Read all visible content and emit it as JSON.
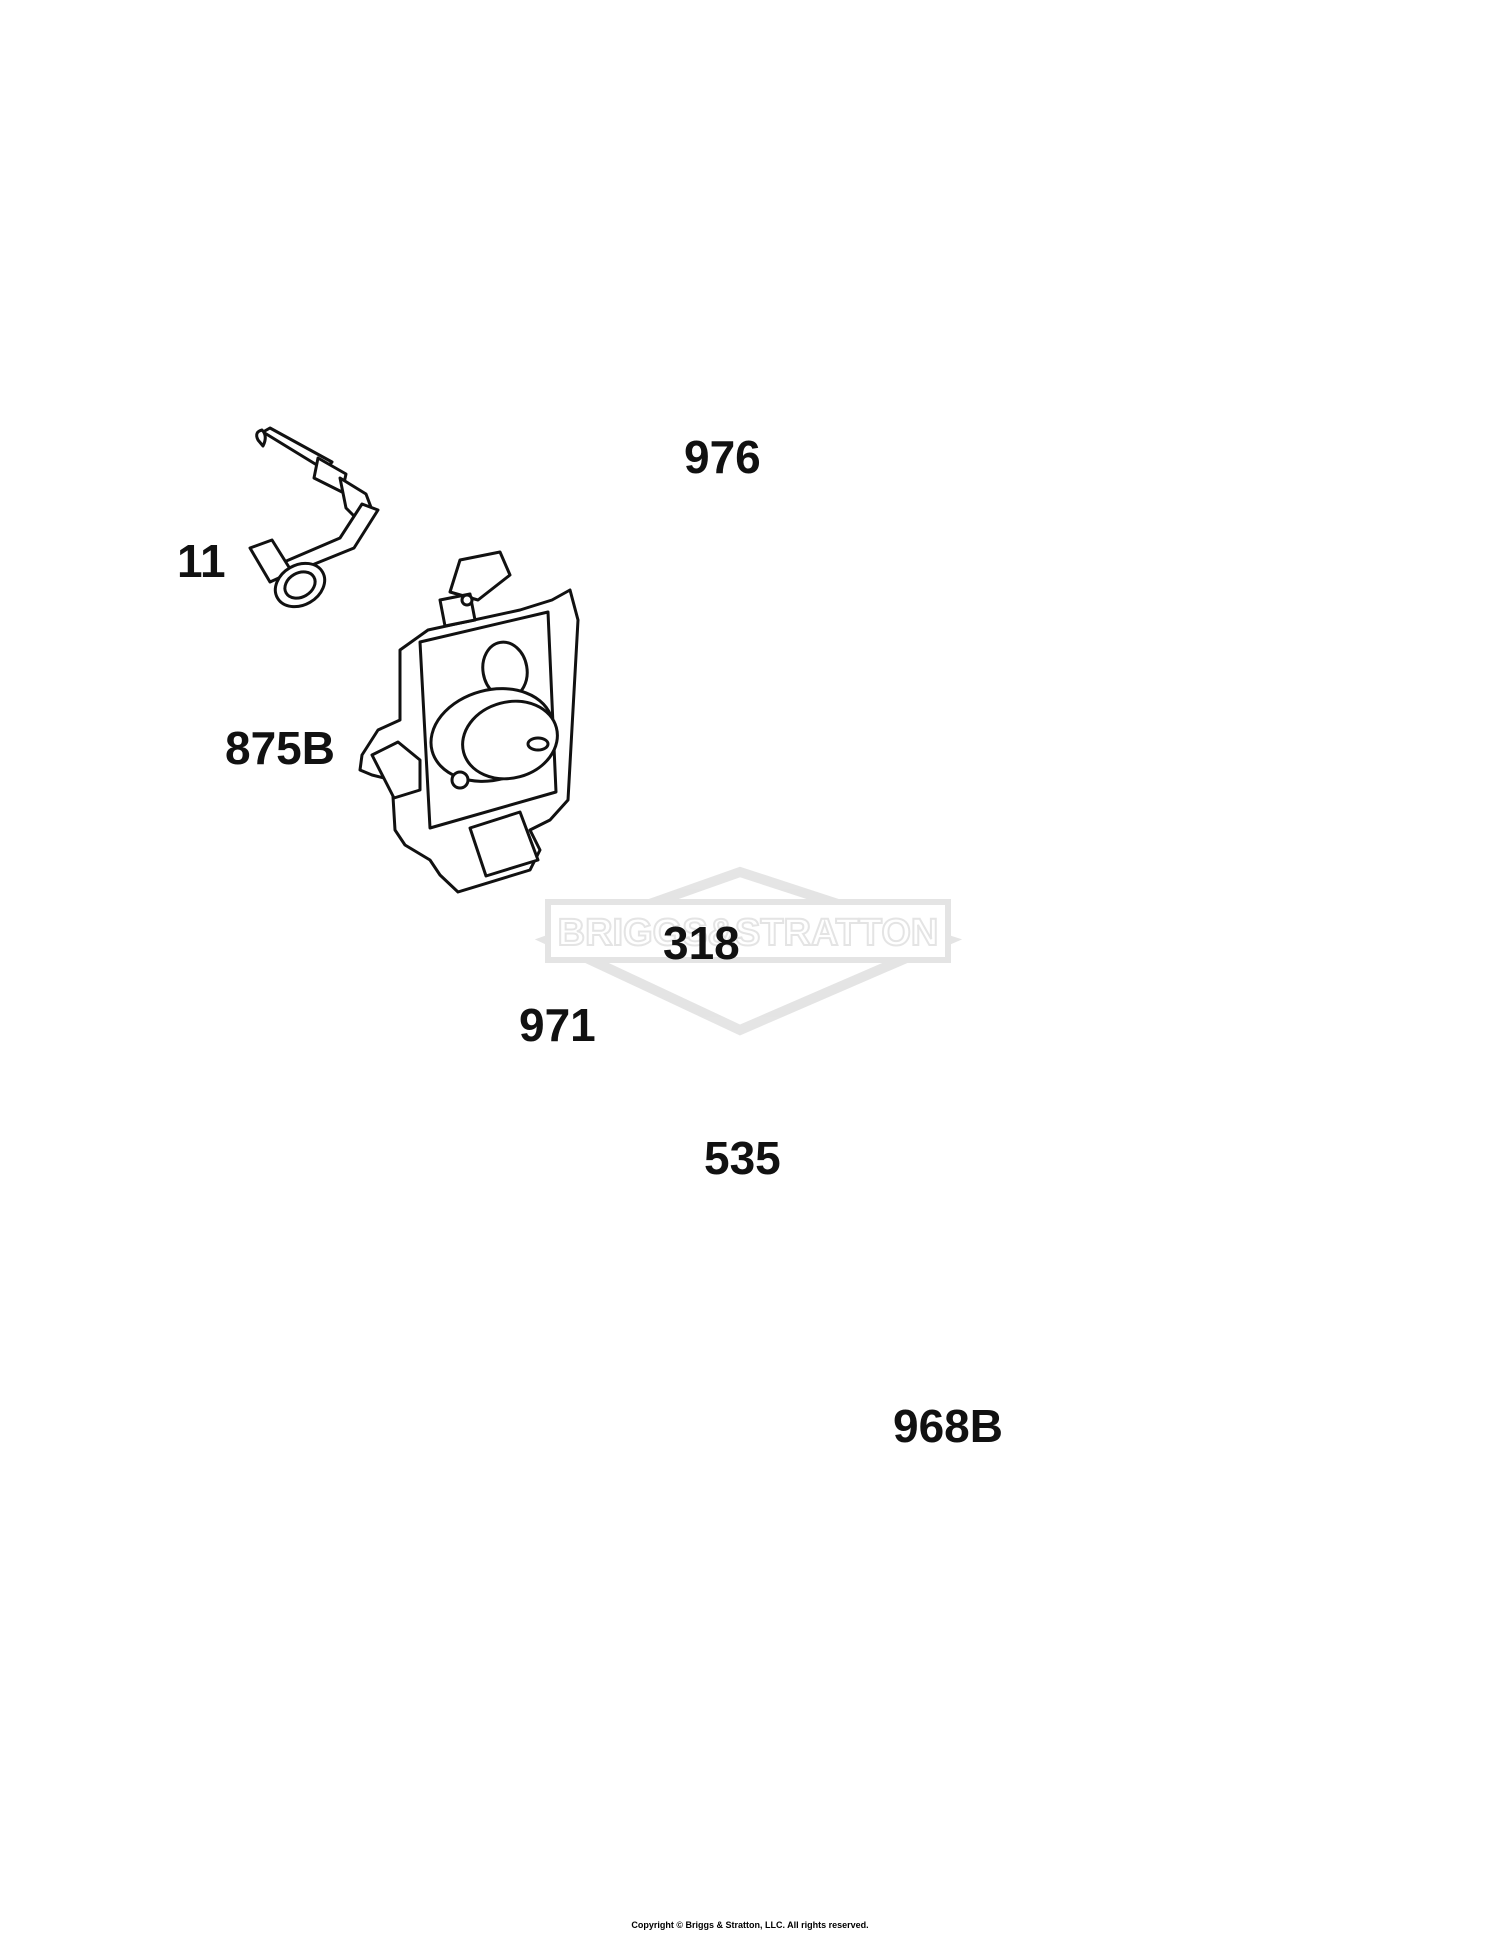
{
  "labels": {
    "p11": "11",
    "p875B": "875B",
    "p976": "976",
    "p318": "318",
    "p971": "971",
    "p535": "535",
    "p968B": "968B"
  },
  "watermark": "BRIGGS&STRATTON",
  "copyright": "Copyright © Briggs & Stratton, LLC. All rights reserved.",
  "colors": {
    "line": "#111111",
    "watermark": "#d8d8d8"
  }
}
